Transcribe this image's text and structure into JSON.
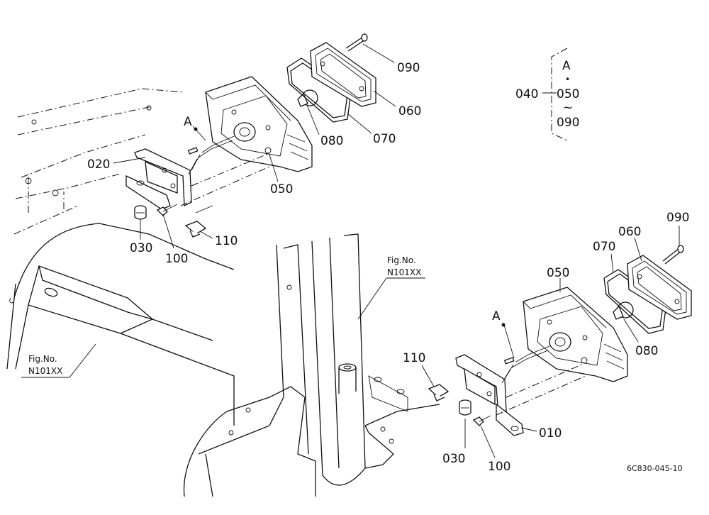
{
  "callouts": {
    "p010": "010",
    "p020": "020",
    "p030_left": "030",
    "p030_right": "030",
    "p040": "040",
    "p050_left": "050",
    "p050_right": "050",
    "p060_left": "060",
    "p060_right": "060",
    "p070_left": "070",
    "p070_right": "070",
    "p080_left": "080",
    "p080_right": "080",
    "p090_left": "090",
    "p090_right": "090",
    "p100_left": "100",
    "p100_right": "100",
    "p110_left": "110",
    "p110_right": "110"
  },
  "set_note": {
    "letter": "A",
    "dot": "•",
    "from": "050",
    "tilde": "~",
    "to": "090"
  },
  "wire_marker_left": "A",
  "wire_marker_right": "A",
  "fig_ref_left": {
    "line1": "Fig.No.",
    "line2": "N101XX"
  },
  "fig_ref_right": {
    "line1": "Fig.No.",
    "line2": "N101XX"
  },
  "drawing_number": "6C830-045-10"
}
